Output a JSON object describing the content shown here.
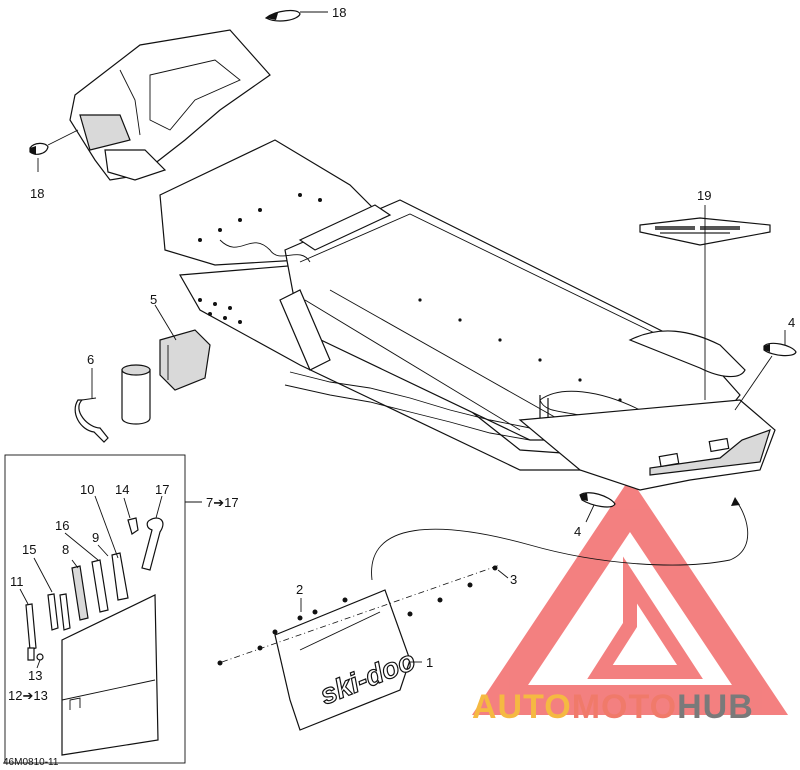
{
  "diagram": {
    "drawing_code": "46M0810-11",
    "callouts": {
      "c1": "1",
      "c2": "2",
      "c3": "3",
      "c4_top": "4",
      "c4_bottom": "4",
      "c5": "5",
      "c6": "6",
      "c7_17": "7➔17",
      "c8": "8",
      "c9": "9",
      "c10": "10",
      "c11": "11",
      "c12_13": "12➔13",
      "c13": "13",
      "c14": "14",
      "c15": "15",
      "c16": "16",
      "c17": "17",
      "c18_top": "18",
      "c18_left": "18",
      "c19": "19"
    },
    "flap_logo": "ski-doo"
  },
  "watermark": {
    "part1": "AUTO",
    "part2": "MOTO",
    "part3": "HUB",
    "colors": {
      "auto": "#f5b942",
      "moto": "#f07a6a",
      "hub": "#7a7a7a",
      "triangle": "#f26a6a"
    }
  }
}
